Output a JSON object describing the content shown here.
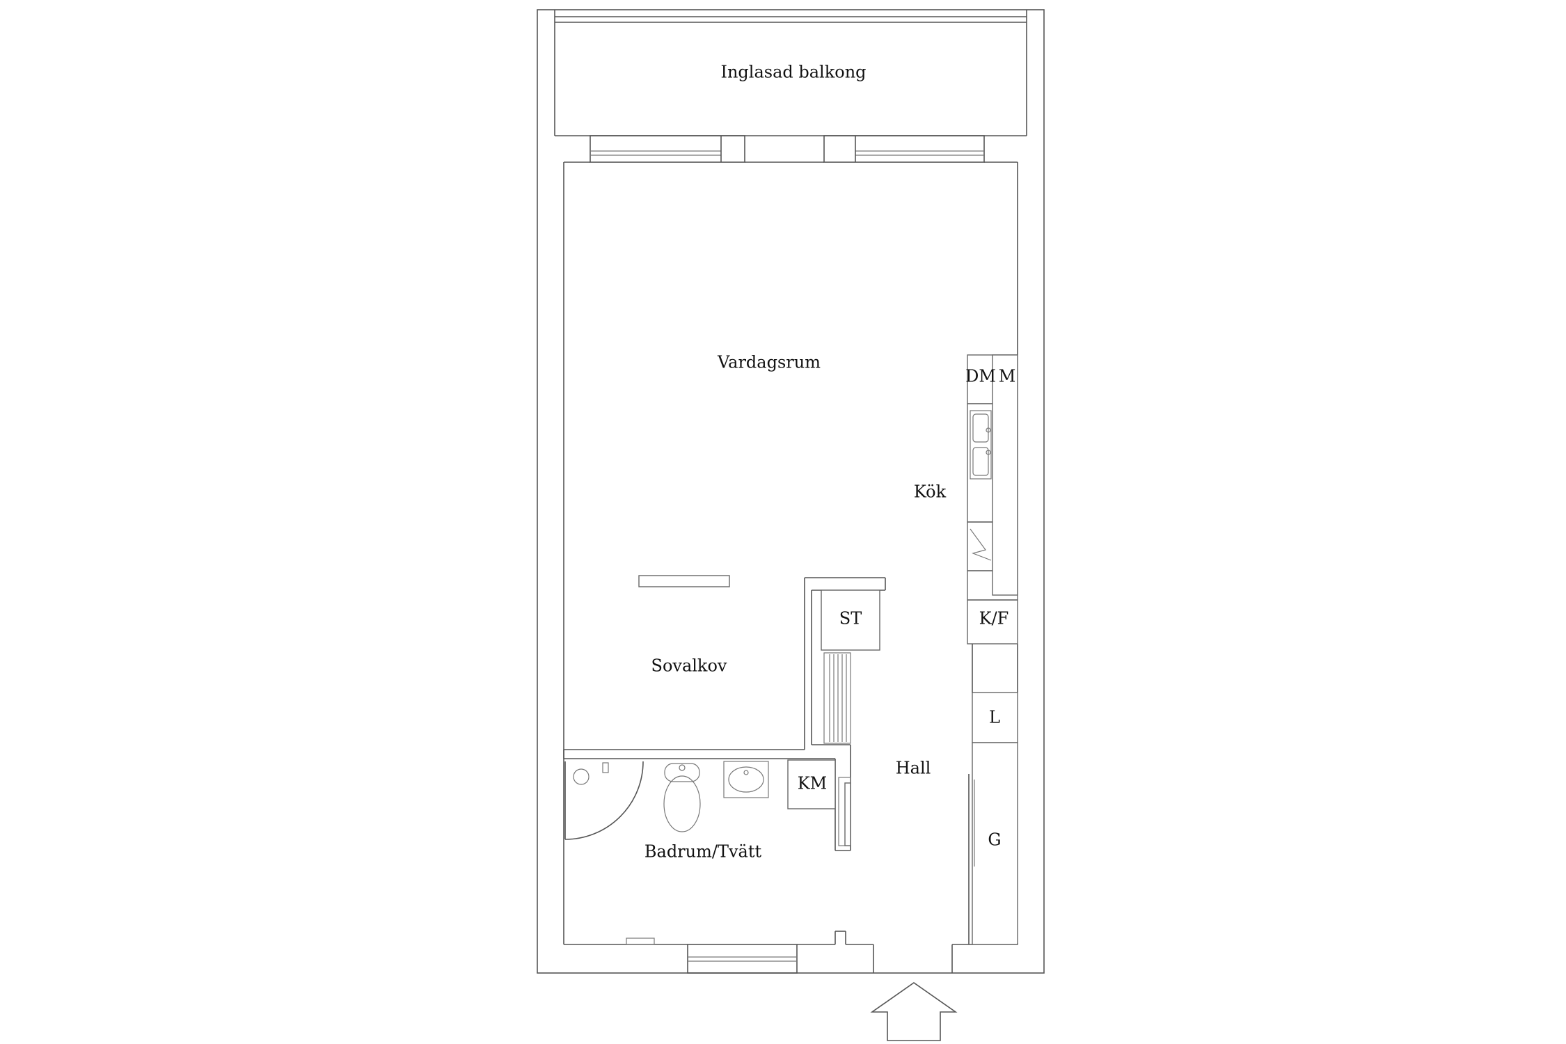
{
  "rooms": {
    "balcony": "Inglasad balkong",
    "living": "Vardagsrum",
    "kitchen": "Kök",
    "sleeping_alcove": "Sovalkov",
    "hall": "Hall",
    "bathroom": "Badrum/Tvätt"
  },
  "fixtures": {
    "dishwasher": "DM",
    "microwave": "M",
    "fridge_freezer": "K/F",
    "closet_l": "L",
    "wardrobe": "G",
    "storage": "ST",
    "washer": "KM"
  },
  "icons": [
    "entrance-arrow-icon",
    "sink-icon",
    "toilet-icon",
    "washbasin-icon",
    "shower-icon",
    "stove-icon"
  ]
}
